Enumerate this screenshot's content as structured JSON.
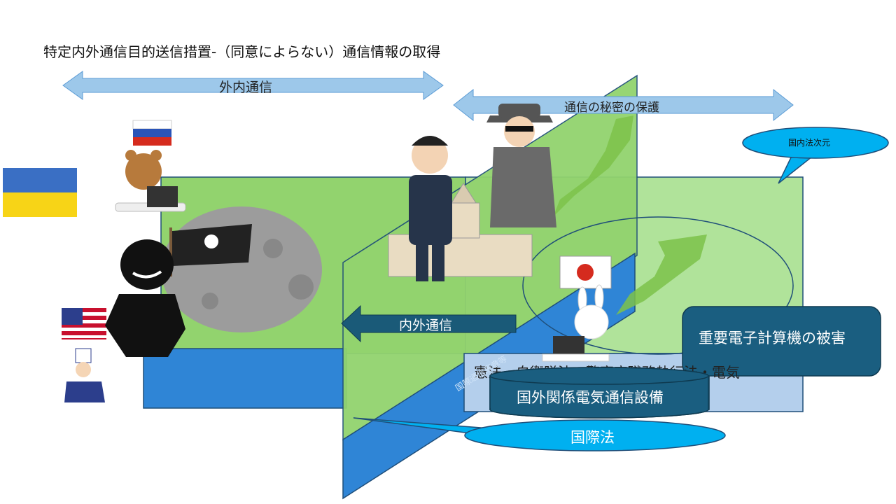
{
  "slide": {
    "title": "特定内外通信目的送信措置-（同意によらない）通信情報の取得",
    "arrow_gaiNai": "外内通信",
    "arrow_secrecy": "通信の秘密の保護",
    "callout_domestic": "国内法次元",
    "arrow_naiGai": "内外通信",
    "box_damage": "重要電子計算機の被害",
    "box_laws": "憲法・自衛隊法・警察官職務執行法・電気",
    "cylinder": "国外関係電気通信設備",
    "callout_intl": "国際法",
    "band_label": "国際通信憲章等"
  },
  "colors": {
    "green_dark": "#92d36e",
    "green_light": "#b0e39a",
    "blue": "#2f85d6",
    "light_blue": "#b4cfec",
    "navy": "#1a5e80",
    "cyan": "#00b0f0",
    "arrow_light": "#9dc8ea"
  }
}
